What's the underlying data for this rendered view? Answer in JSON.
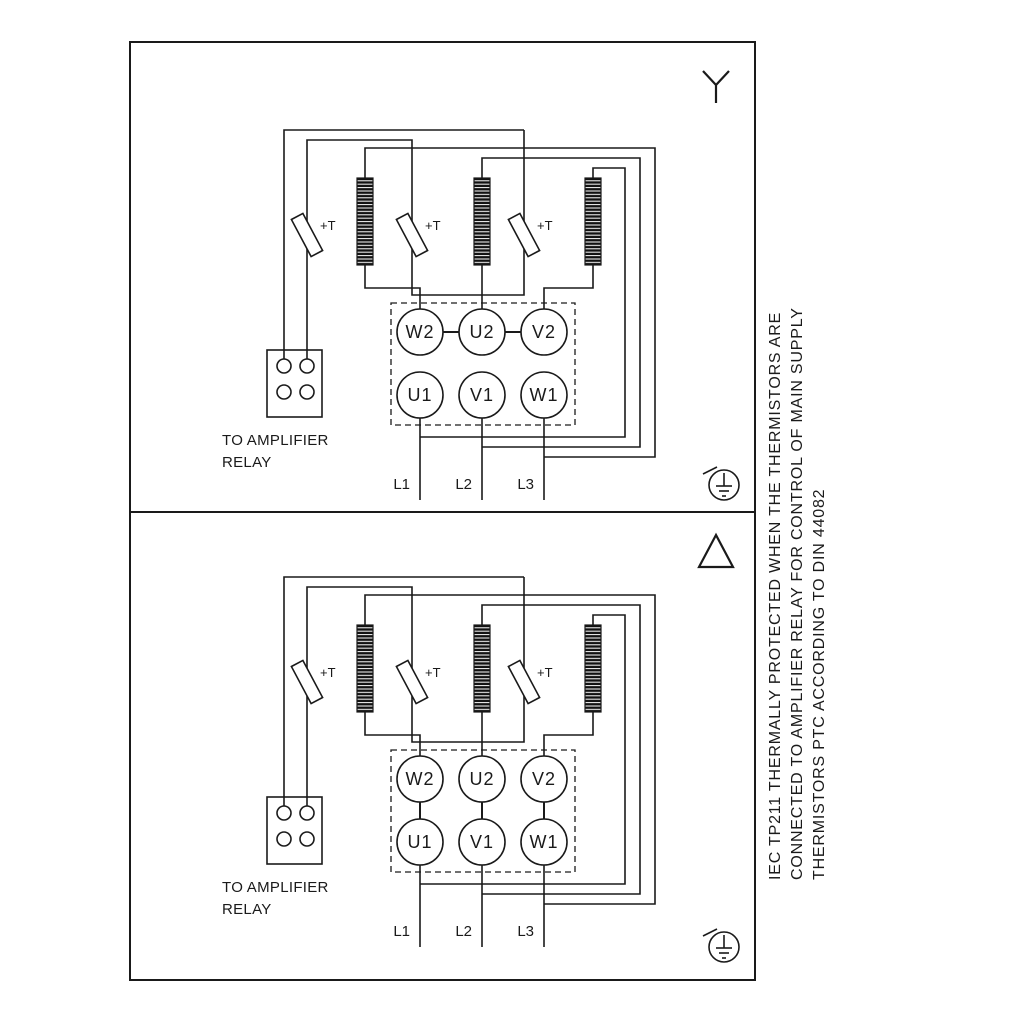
{
  "note": {
    "line1": "IEC TP211 THERMALLY PROTECTED WHEN THE THERMISTORS ARE",
    "line2": "CONNECTED TO AMPLIFIER RELAY FOR CONTROL OF MAIN SUPPLY",
    "line3": "THERMISTORS PTC ACCORDING TO DIN 44082"
  },
  "panels": [
    {
      "connection": "star",
      "terminals_top": [
        "W2",
        "U2",
        "V2"
      ],
      "terminals_bottom": [
        "U1",
        "V1",
        "W1"
      ],
      "thermistors": [
        "+T",
        "+T",
        "+T"
      ],
      "relay_caption_line1": "TO AMPLIFIER",
      "relay_caption_line2": "RELAY",
      "supply": [
        "L1",
        "L2",
        "L3"
      ]
    },
    {
      "connection": "delta",
      "terminals_top": [
        "W2",
        "U2",
        "V2"
      ],
      "terminals_bottom": [
        "U1",
        "V1",
        "W1"
      ],
      "thermistors": [
        "+T",
        "+T",
        "+T"
      ],
      "relay_caption_line1": "TO AMPLIFIER",
      "relay_caption_line2": "RELAY",
      "supply": [
        "L1",
        "L2",
        "L3"
      ]
    }
  ],
  "colors": {
    "line": "#1a1a1a",
    "background": "#ffffff"
  }
}
